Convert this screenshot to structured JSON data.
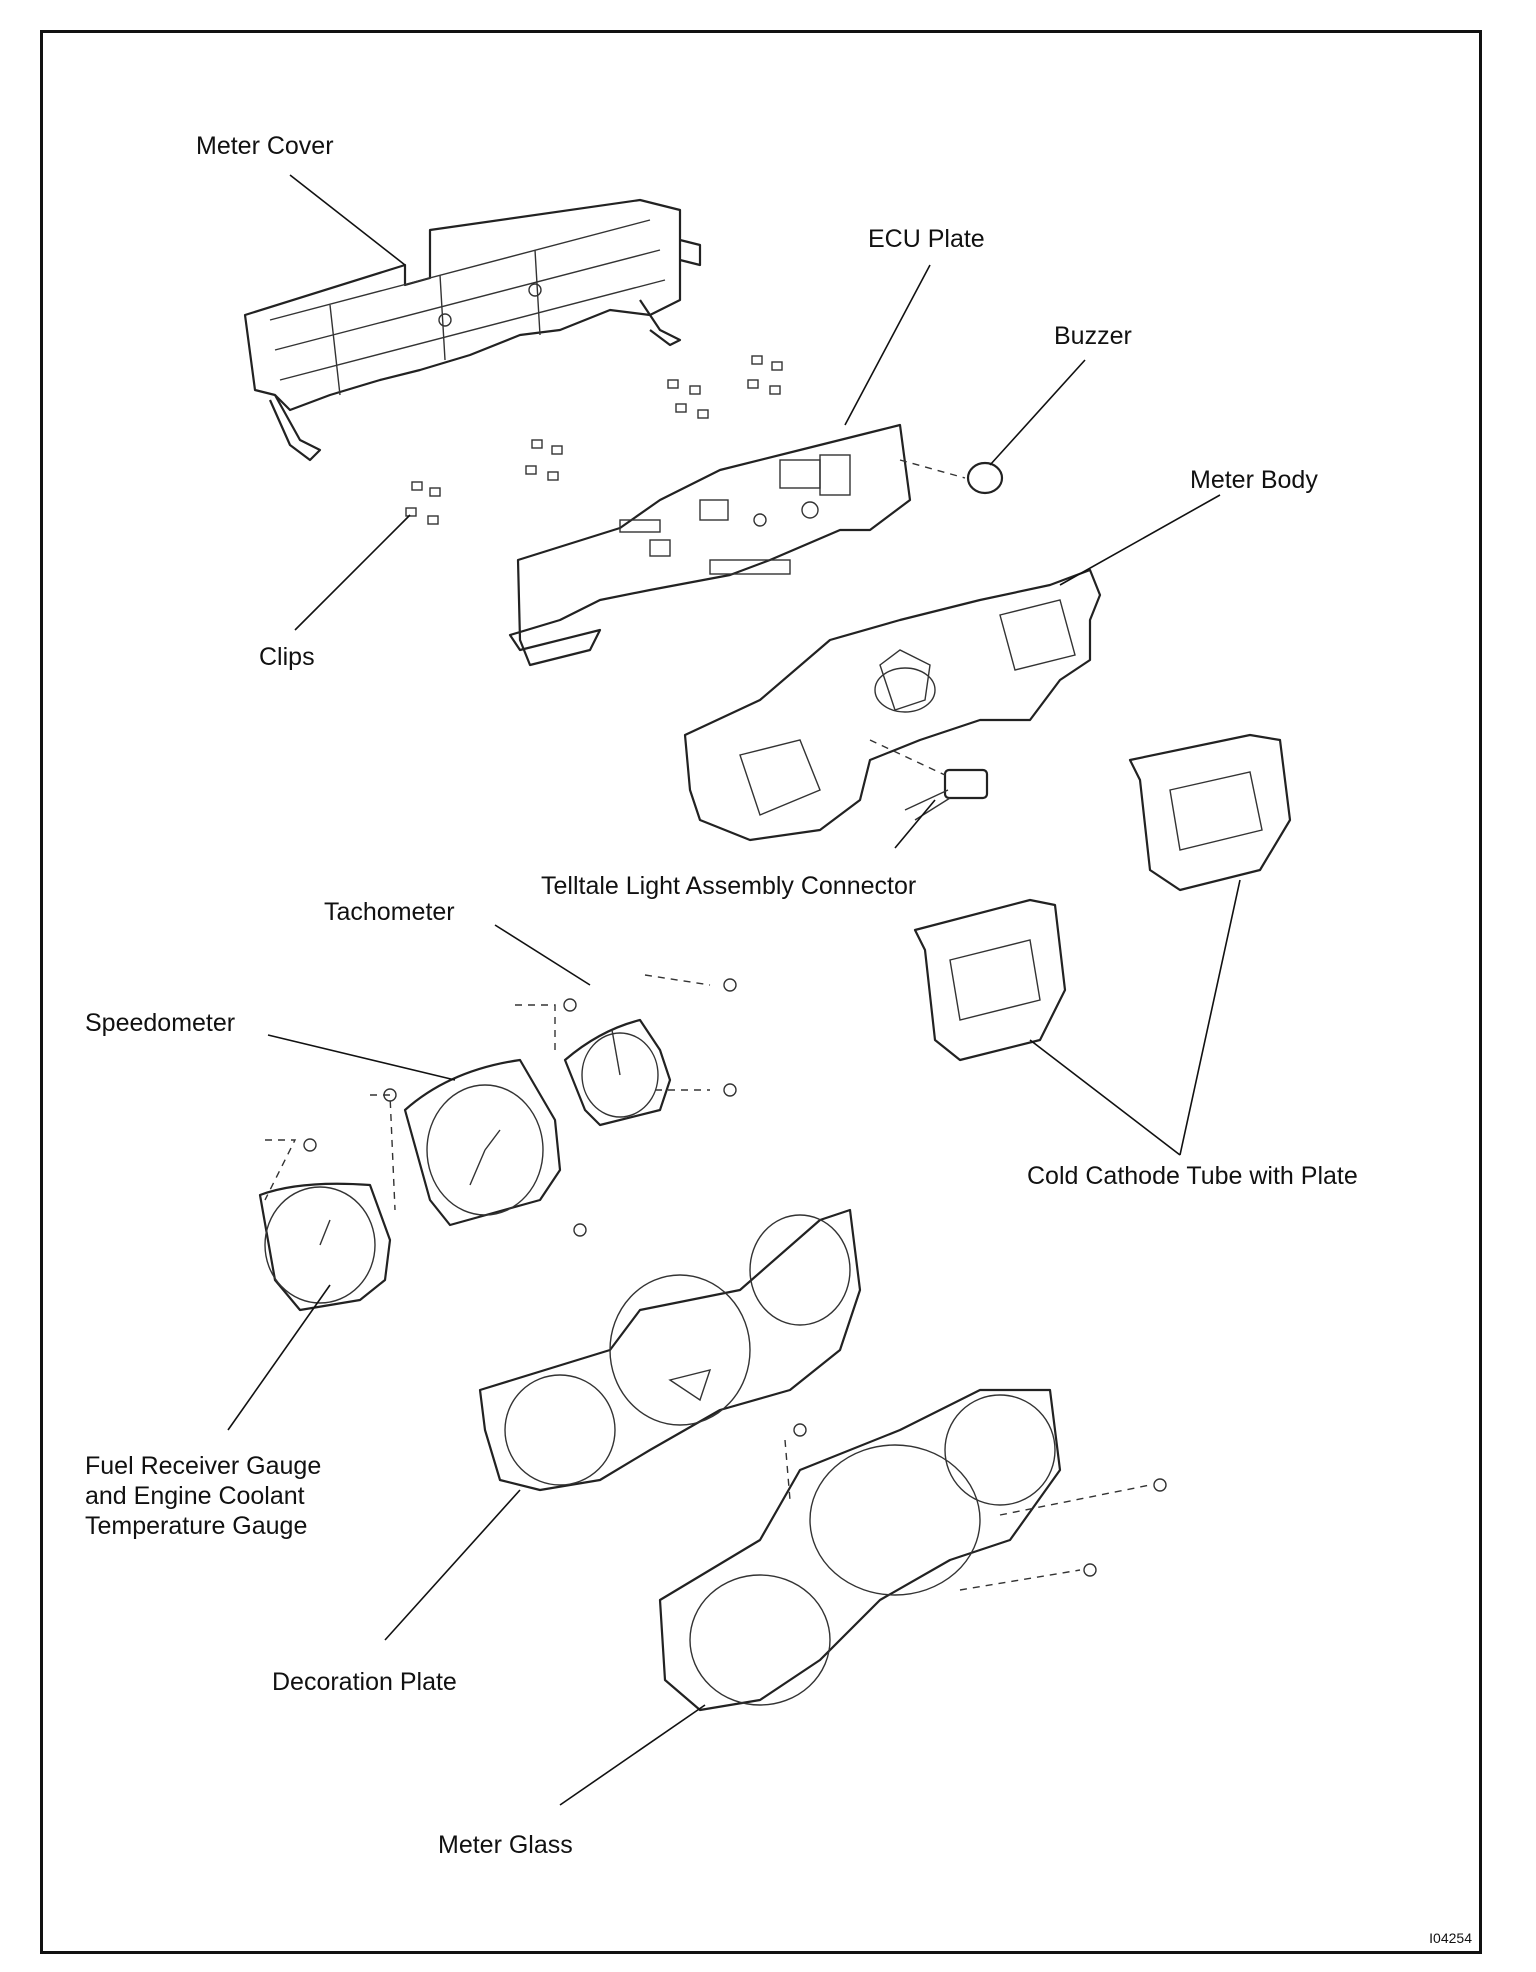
{
  "labels": {
    "meter_cover": "Meter Cover",
    "ecu_plate": "ECU Plate",
    "buzzer": "Buzzer",
    "meter_body": "Meter Body",
    "clips": "Clips",
    "telltale": "Telltale Light Assembly Connector",
    "tachometer": "Tachometer",
    "speedometer": "Speedometer",
    "cold_cathode": "Cold Cathode Tube with Plate",
    "fuel_gauge": "Fuel Receiver Gauge\nand Engine Coolant\nTemperature Gauge",
    "decoration_plate": "Decoration Plate",
    "meter_glass": "Meter Glass"
  },
  "figure_id": "I04254"
}
